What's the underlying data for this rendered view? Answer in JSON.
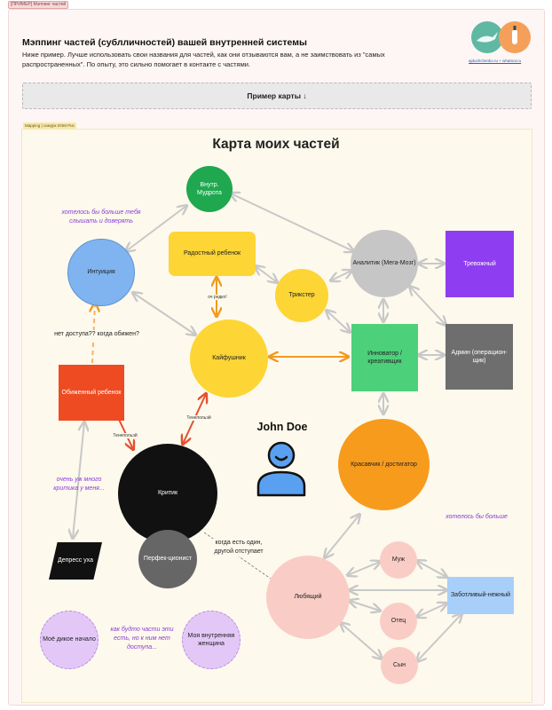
{
  "frame_tag": "[ПРИМЕР] Мэппинг частей",
  "header": {
    "title": "Мэппинг частей (сублличностей) вашей внутренней системы",
    "subtitle": "Ниже пример. Лучше использовать свои названия для частей, как они отзываются вам, а не заимствовать из \"самых распространенных\". По опыту, это сильно помогает в контакте с частями.",
    "credit": "ajdushchenko.ru + whatnot.ru"
  },
  "example_button": "Пример карты ↓",
  "board_tag": "Mapping | самурк ИЭМ Рис",
  "map": {
    "title": "Карта моих частей",
    "person_name": "John Doe",
    "nodes": {
      "wisdom": "Внутр. Мудрота",
      "intuition": "Интуиция",
      "joyful_child": "Радостный ребенок",
      "trickster": "Трикстер",
      "analyst": "Аналитик (Мега-Мозг)",
      "anxious": "Тревожный",
      "kaifushnik": "Кайфушник",
      "innovator": "Инноватор / креативщик",
      "admin": "Админ (операцион-щик)",
      "offended_child": "Обиженный ребенок",
      "critic": "Критик",
      "perfectionist": "Перфек-ционист",
      "handsome": "Красавчик / достигатор",
      "depression": "Депресс уха",
      "loving": "Любящий",
      "husband": "Муж",
      "father": "Отец",
      "son": "Сын",
      "caring": "Заботливый-нежный",
      "wild": "Моё дикое начало",
      "inner_woman": "Моя внутренняя женщина"
    },
    "notes": {
      "want_hear": "хотелось бы больше тебя слышать и доверять",
      "lot_criticism": "очень уж много критика у меня...",
      "want_more": "хотелось бы больше",
      "parts_no_access": "как будто части эти есть, но к ним нет доступа..."
    },
    "labels": {
      "no_access": "нет доступа?? когда обижен?",
      "when_alone": "когда есть один, другой отступает",
      "rarely_side": "оч редко!",
      "tense1": "Тенепольэй",
      "tense2": "Тенепольэй"
    }
  },
  "colors": {
    "green": "#1fa84f",
    "blue_circle": "#7fb4f0",
    "yellow": "#fdd534",
    "gray_circle": "#c6c6c6",
    "purple": "#8f3df0",
    "gray_rect": "#6e6e6e",
    "innovator_green": "#4dd07a",
    "red": "#ee4b23",
    "black": "#111111",
    "orange": "#f79b1d",
    "pink": "#f9cdc6",
    "light_blue": "#a8cff9",
    "lilac": "#e3c8f7",
    "orange_edge": "#f19a22",
    "red_edge": "#e4502f",
    "gray_edge": "#c8c8c8",
    "note_purple": "#8a3cdb"
  }
}
